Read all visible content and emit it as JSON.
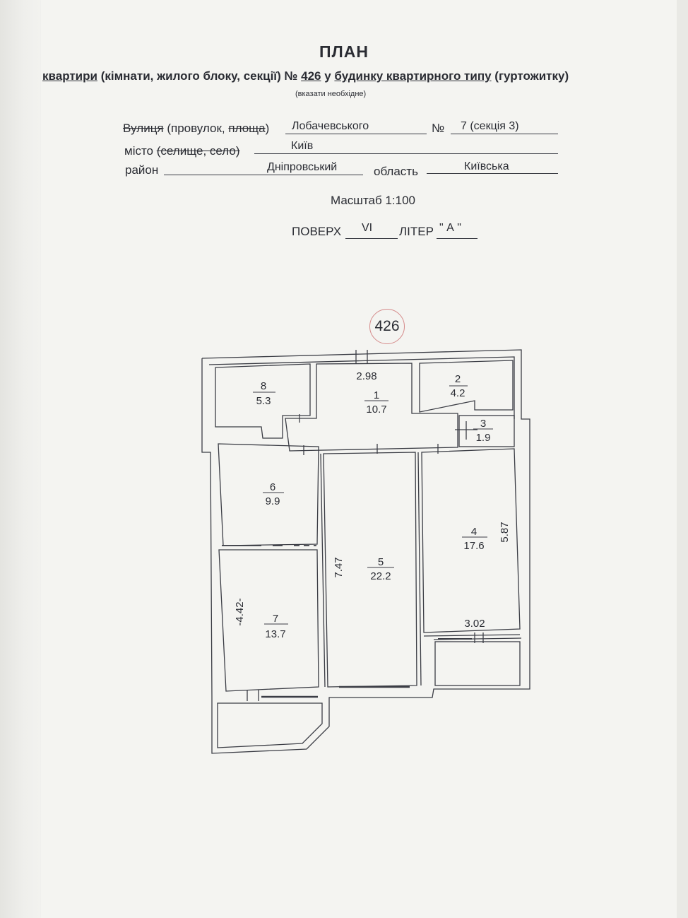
{
  "header": {
    "title": "ПЛАН",
    "subtitle_a": "квартири",
    "subtitle_b": " (кімнати, жилого блоку, секції) № ",
    "apartment_no": "426",
    "subtitle_c": " у ",
    "subtitle_d": "будинку квартирного типу",
    "subtitle_e": " (гуртожитку)",
    "note": "(вказати необхідне)"
  },
  "address": {
    "street_label_struck": "Вулиця",
    "street_label_mid": " (провулок, ",
    "street_label_struck2": "площа",
    "street_label_end": ")",
    "street_value": "Лобачевського",
    "house_label": "№",
    "house_value": "7 (секція 3)",
    "city_label": "місто ",
    "city_label_struck": "(селище, село)",
    "city_value": "Київ",
    "district_label": "район",
    "district_value": "Дніпровський",
    "region_label": "область",
    "region_value": "Київська"
  },
  "scale": "Масштаб  1:100",
  "floor": {
    "label": "ПОВЕРХ",
    "value": "VI",
    "letter_label": "ЛІТЕР",
    "letter_value": "\" А  \""
  },
  "plan": {
    "badge": "426",
    "rooms": [
      {
        "no": "1",
        "area": "10.7"
      },
      {
        "no": "2",
        "area": "4.2"
      },
      {
        "no": "3",
        "area": "1.9"
      },
      {
        "no": "4",
        "area": "17.6"
      },
      {
        "no": "5",
        "area": "22.2"
      },
      {
        "no": "6",
        "area": "9.9"
      },
      {
        "no": "7",
        "area": "13.7"
      },
      {
        "no": "8",
        "area": "5.3"
      }
    ],
    "dimensions": [
      "2.98",
      "7.47",
      "5.87",
      "3.02",
      "-4.42-"
    ]
  }
}
